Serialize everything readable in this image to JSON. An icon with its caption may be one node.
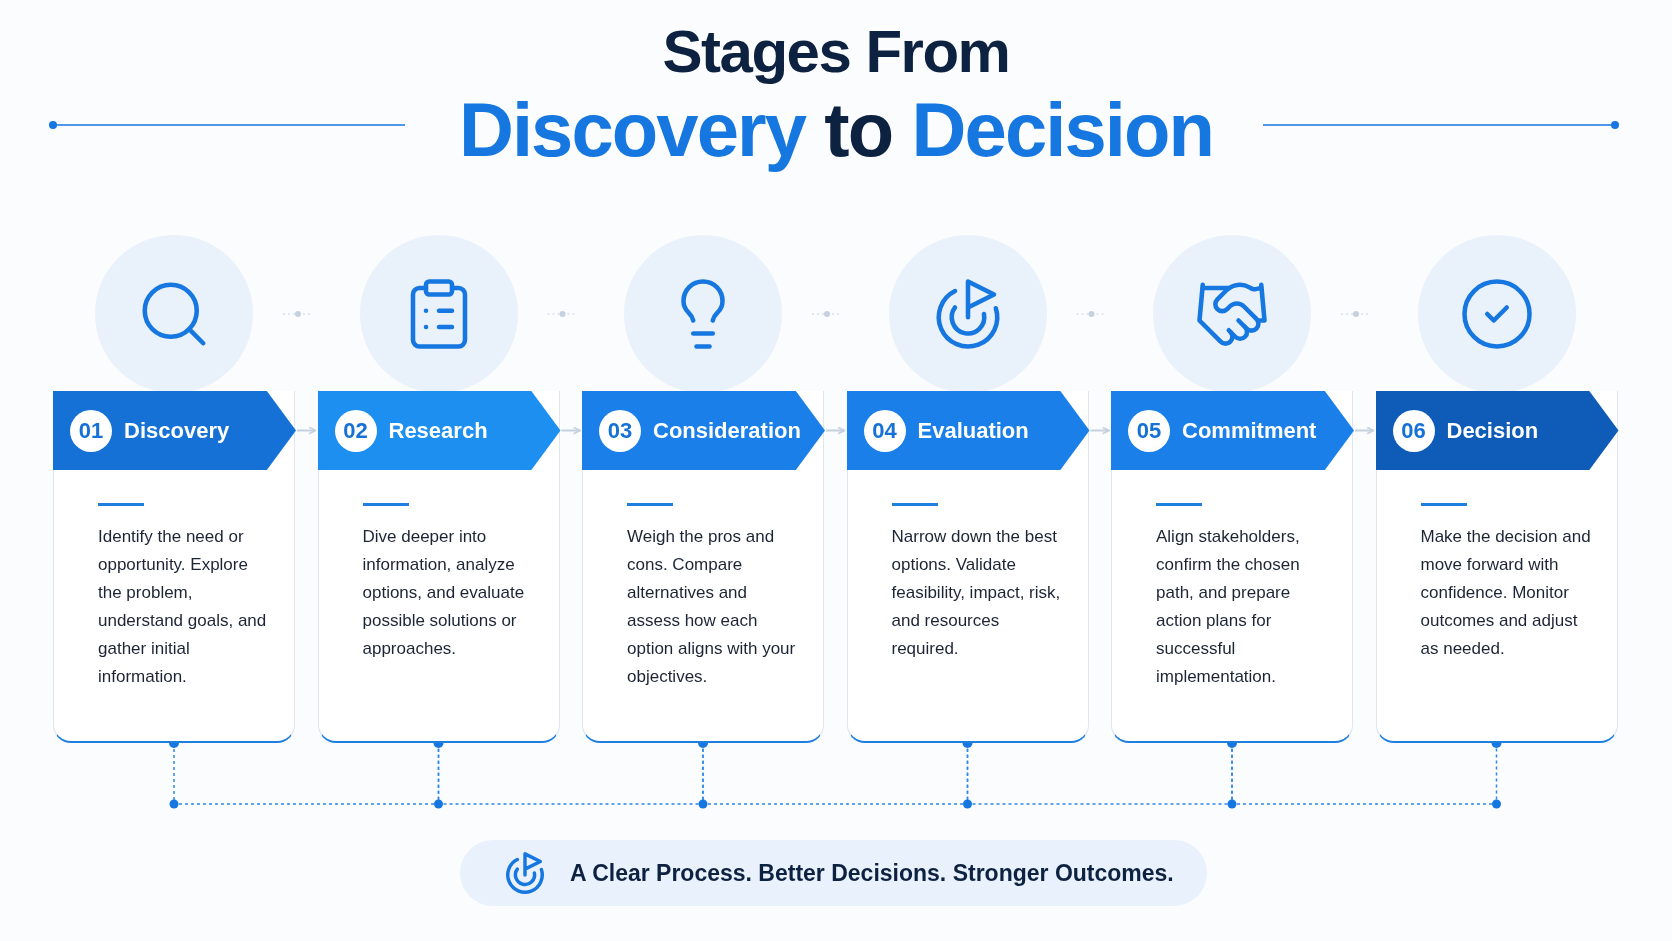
{
  "diagram": {
    "title": "Stages From Discovery to Decision",
    "nodes": [
      {
        "text": [
          "01",
          "Discovery",
          "Identify the need or opportunity. Explore the problem, understand goals, and gather initial information."
        ]
      },
      {
        "text": [
          "02",
          "Research",
          "Dive deeper into information, analyze options, and evaluate possible solutions or approaches."
        ]
      },
      {
        "text": [
          "03",
          "Consideration",
          "Weigh the pros and cons. Compare alternatives and assess how each option aligns with your objectives."
        ]
      },
      {
        "text": [
          "04",
          "Evaluation",
          "Narrow down the best options. Validate feasibility, impact, risk, and resources required."
        ]
      },
      {
        "text": [
          "05",
          "Commitment",
          "Align stakeholders, confirm the chosen path, and prepare action plans for successful implementation."
        ]
      },
      {
        "text": [
          "06",
          "Decision",
          "Make the decision and move forward with confidence. Monitor outcomes and adjust as needed."
        ]
      },
      {
        "text": [
          "A Clear Process. Better Decisions. Stronger Outcomes."
        ]
      }
    ],
    "edges": [
      {
        "from": 0,
        "to": 1,
        "arrow": "to"
      },
      {
        "from": 1,
        "to": 2,
        "arrow": "to"
      },
      {
        "from": 2,
        "to": 3,
        "arrow": "to"
      },
      {
        "from": 3,
        "to": 4,
        "arrow": "to"
      },
      {
        "from": 4,
        "to": 5,
        "arrow": "to"
      },
      {
        "from": 0,
        "to": 1,
        "arrow": "none",
        "style": "dashed",
        "color": "#2f86e8"
      },
      {
        "from": 1,
        "to": 2,
        "arrow": "none",
        "style": "dashed",
        "color": "#2f86e8"
      },
      {
        "from": 2,
        "to": 3,
        "arrow": "none",
        "style": "dashed",
        "color": "#2f86e8"
      },
      {
        "from": 3,
        "to": 4,
        "arrow": "none",
        "style": "dashed",
        "color": "#2f86e8"
      },
      {
        "from": 4,
        "to": 5,
        "arrow": "none",
        "style": "dashed",
        "color": "#2f86e8"
      }
    ]
  }
}
